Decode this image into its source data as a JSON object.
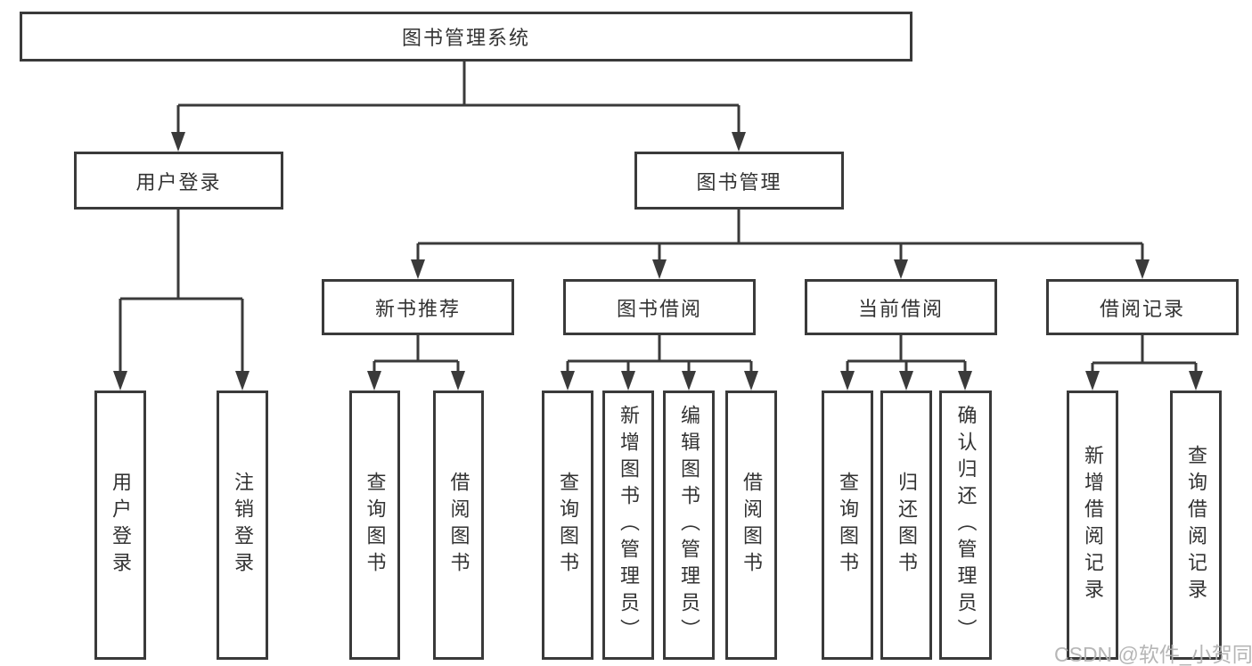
{
  "root": {
    "label": "图书管理系统"
  },
  "level1": {
    "user_login": {
      "label": "用户登录"
    },
    "book_management": {
      "label": "图书管理"
    }
  },
  "level2": {
    "new_book": {
      "label": "新书推荐"
    },
    "book_borrow": {
      "label": "图书借阅"
    },
    "current_borrow": {
      "label": "当前借阅"
    },
    "borrow_record": {
      "label": "借阅记录"
    }
  },
  "leaves": {
    "user_login": [
      "用户登录",
      "注销登录"
    ],
    "new_book": [
      "查询图书",
      "借阅图书"
    ],
    "book_borrow": [
      "查询图书",
      "新增图书（管理员）",
      "编辑图书（管理员）",
      "借阅图书"
    ],
    "current_borrow": [
      "查询图书",
      "归还图书",
      "确认归还（管理员）"
    ],
    "borrow_record": [
      "新增借阅记录",
      "查询借阅记录"
    ]
  },
  "watermark": "CSDN @软件_小贺同学",
  "colors": {
    "line": "#3a3a3a",
    "text": "#333333",
    "watermark": "#b0b0b0",
    "background": "#ffffff"
  }
}
